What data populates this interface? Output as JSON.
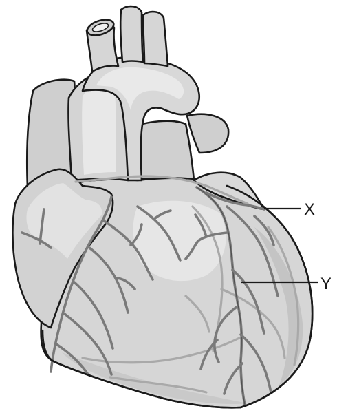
{
  "diagram": {
    "labels": [
      {
        "id": "X",
        "text": "X"
      },
      {
        "id": "Y",
        "text": "Y"
      }
    ],
    "colors": {
      "fill_main": "#d3d3d3",
      "fill_light": "#e4e4e4",
      "fill_shadow": "#bdbdbd",
      "outline": "#1a1a1a",
      "vessel": "#7a7a7a"
    }
  }
}
